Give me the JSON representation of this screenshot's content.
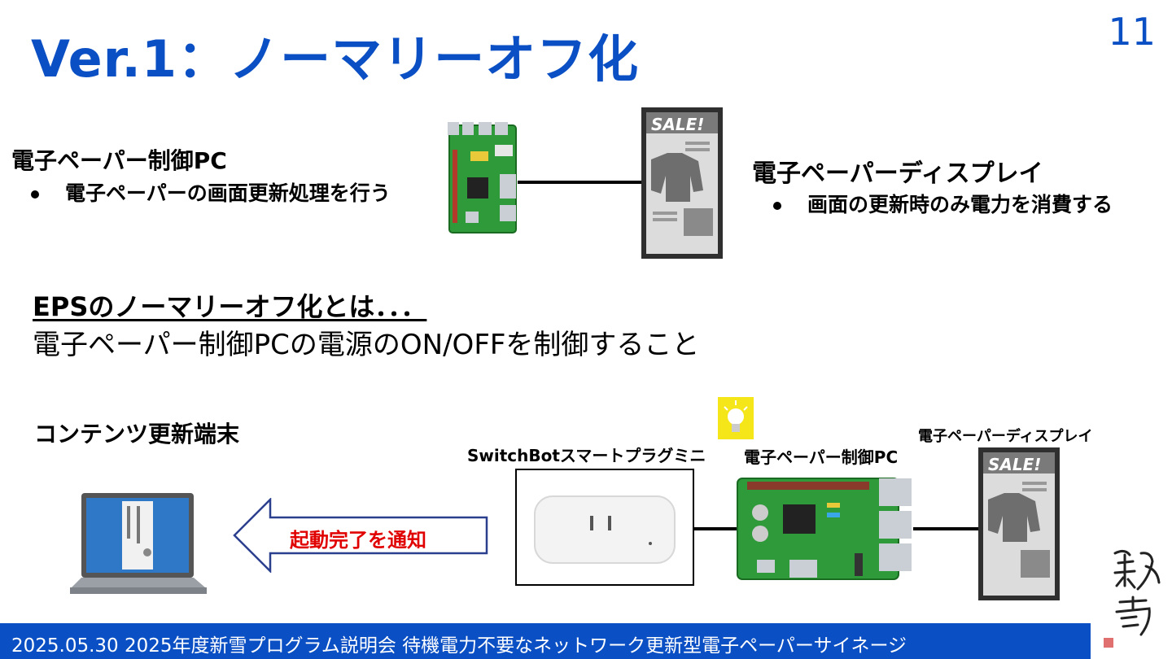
{
  "slide": {
    "title": "Ver.1：ノーマリーオフ化",
    "page_number": "11"
  },
  "top_left": {
    "heading": "電子ペーパー制御PC",
    "bullet": "電子ペーパーの画面更新処理を行う"
  },
  "top_right": {
    "heading": "電子ペーパーディスプレイ",
    "bullet": "画面の更新時のみ電力を消費する"
  },
  "definition": {
    "heading": "EPSのノーマリーオフ化とは．．．",
    "text": "電子ペーパー制御PCの電源のON/OFFを制御すること"
  },
  "bottom": {
    "terminal_label": "コンテンツ更新端末",
    "plug_label": "SwitchBotスマートプラグミニ",
    "pc_label": "電子ペーパー制御PC",
    "display_label": "電子ペーパーディスプレイ",
    "arrow_label": "起動完了を通知"
  },
  "epaper": {
    "sale_text": "SALE!"
  },
  "footer": {
    "text": "2025.05.30 2025年度新雪プログラム説明会 待機電力不要なネットワーク更新型電子ペーパーサイネージ"
  },
  "colors": {
    "accent": "#0b4fc4",
    "alert_text": "#e00000",
    "pcb_green": "#2e9a3a"
  }
}
